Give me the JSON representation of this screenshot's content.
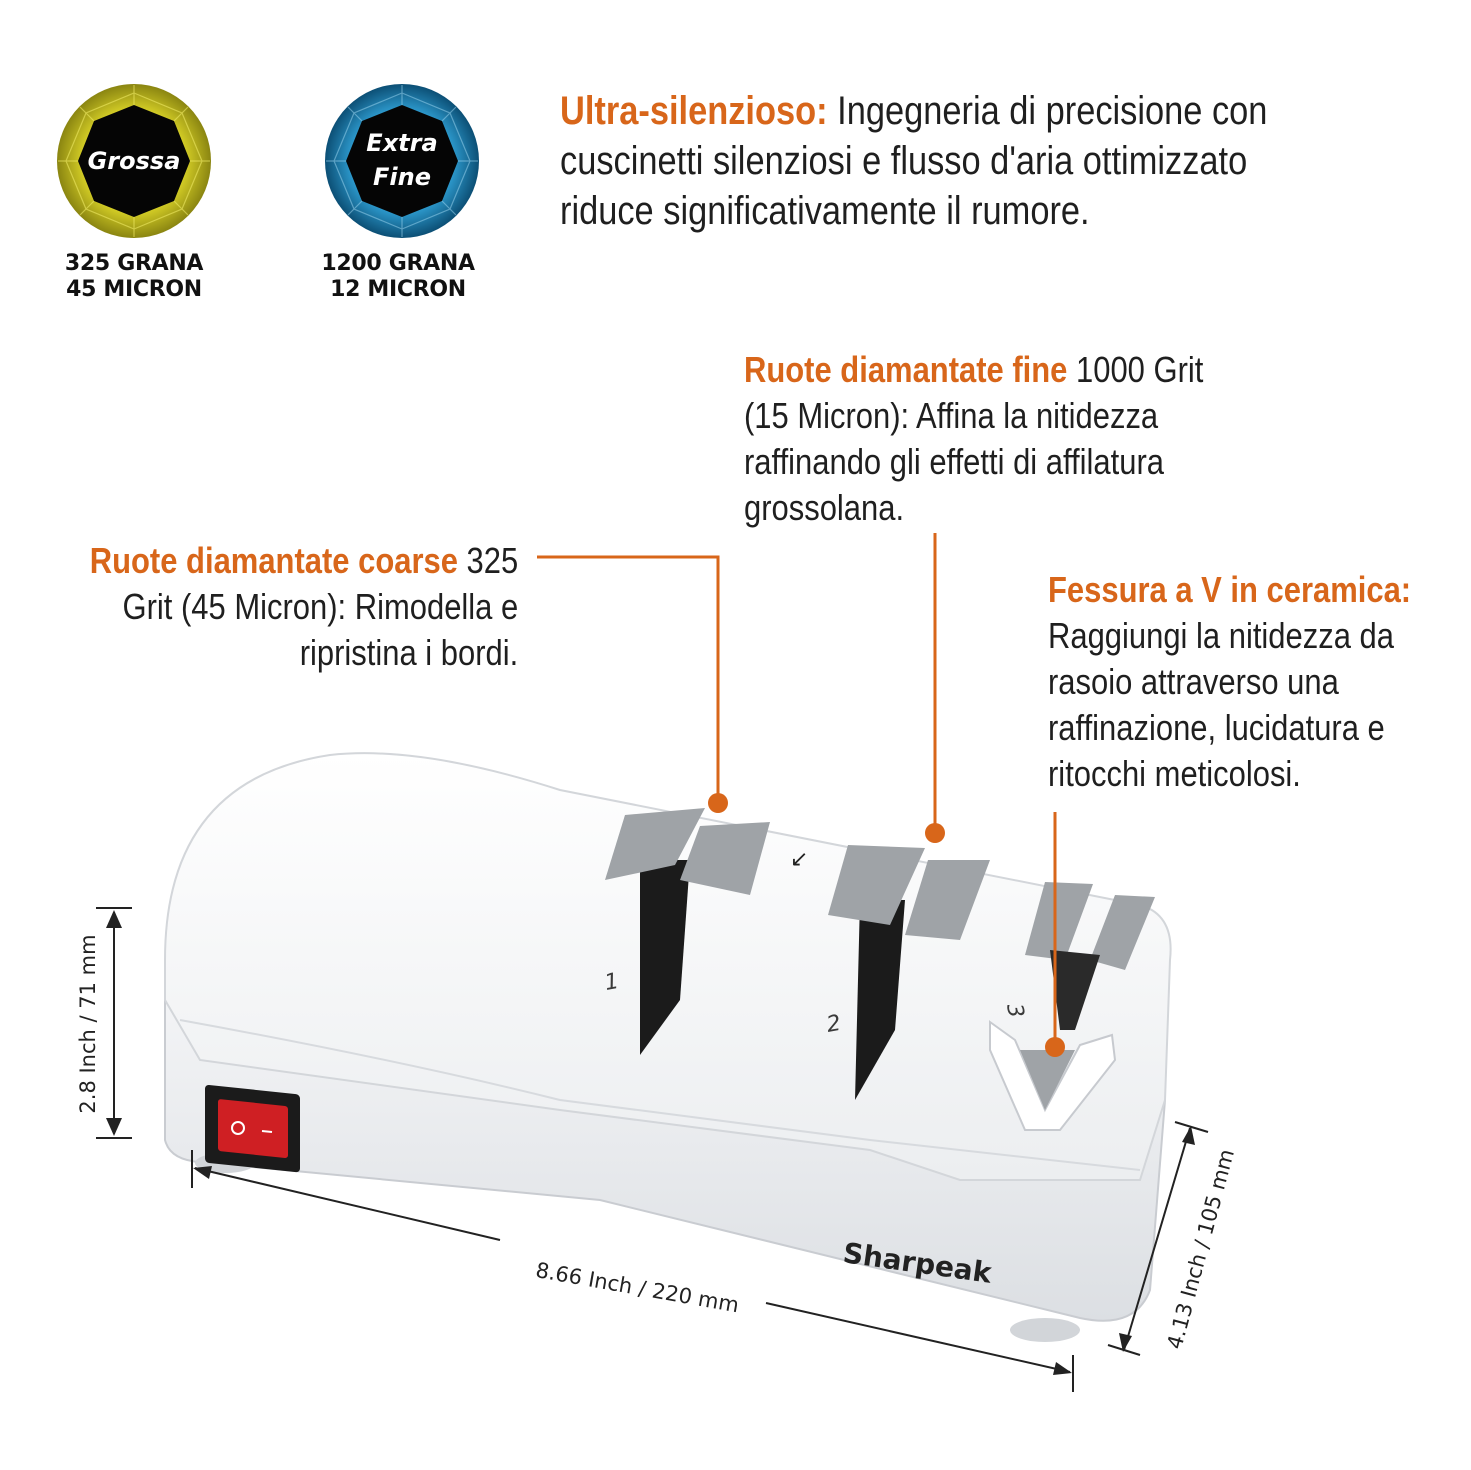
{
  "badges": [
    {
      "label_lines": [
        "Grossa"
      ],
      "caption": [
        "325 GRANA",
        "45 MICRON"
      ],
      "ring_color": "#c9c21a",
      "ring_dark": "#6b6a0e"
    },
    {
      "label_lines": [
        "Extra",
        "Fine"
      ],
      "caption": [
        "1200 GRANA",
        "12 MICRON"
      ],
      "ring_color": "#1f94cc",
      "ring_dark": "#0b4a6e"
    }
  ],
  "features": {
    "silent": {
      "highlight": "Ultra-silenzioso:",
      "lines": [
        " Ingegneria di precisione con",
        "cuscinetti silenziosi e flusso d'aria ottimizzato",
        "riduce significativamente il rumore."
      ]
    },
    "fine": {
      "highlight": "Ruote diamantate fine",
      "lines": [
        " 1000 Grit",
        "(15 Micron): Affina la nitidezza",
        "raffinando gli effetti di affilatura",
        "grossolana."
      ]
    },
    "coarse": {
      "highlight": "Ruote diamantate coarse",
      "lines": [
        " 325",
        "Grit (45 Micron): Rimodella e",
        "ripristina i bordi."
      ]
    },
    "ceramic": {
      "highlight": "Fessura a V in ceramica:",
      "lines": [
        "Raggiungi la nitidezza da",
        "rasoio attraverso una",
        "raffinazione, lucidatura e",
        "ritocchi meticolosi."
      ]
    }
  },
  "dimensions": {
    "height": "2.8 Inch / 71 mm",
    "length": "8.66 Inch / 220 mm",
    "depth": "4.13 Inch / 105 mm"
  },
  "product": {
    "brand": "Sharpeak",
    "slot_numbers": [
      "1",
      "2",
      "3"
    ]
  },
  "colors": {
    "accent": "#d8661a",
    "text": "#1f1f1f"
  }
}
